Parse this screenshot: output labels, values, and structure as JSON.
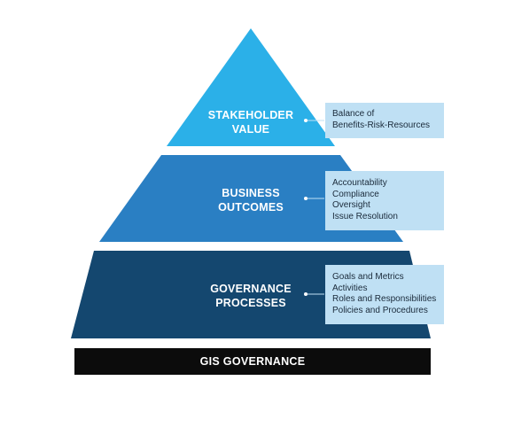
{
  "colors": {
    "tier_top": "#2bb0e8",
    "tier_middle": "#2a7fc3",
    "tier_bottom": "#14476f",
    "callout_bg": "#bfe0f4",
    "base": "#0c0c0c"
  },
  "tiers": [
    {
      "title_lines": [
        "STAKEHOLDER",
        "VALUE"
      ],
      "items": [
        "Balance of",
        "Benefits-Risk-Resources"
      ]
    },
    {
      "title_lines": [
        "BUSINESS",
        "OUTCOMES"
      ],
      "items": [
        "Accountability",
        "Compliance",
        "Oversight",
        "Issue Resolution"
      ]
    },
    {
      "title_lines": [
        "GOVERNANCE",
        "PROCESSES"
      ],
      "items": [
        "Goals and Metrics",
        "Activities",
        "Roles and Responsibilities",
        "Policies and Procedures"
      ]
    }
  ],
  "base_label": "GIS GOVERNANCE"
}
